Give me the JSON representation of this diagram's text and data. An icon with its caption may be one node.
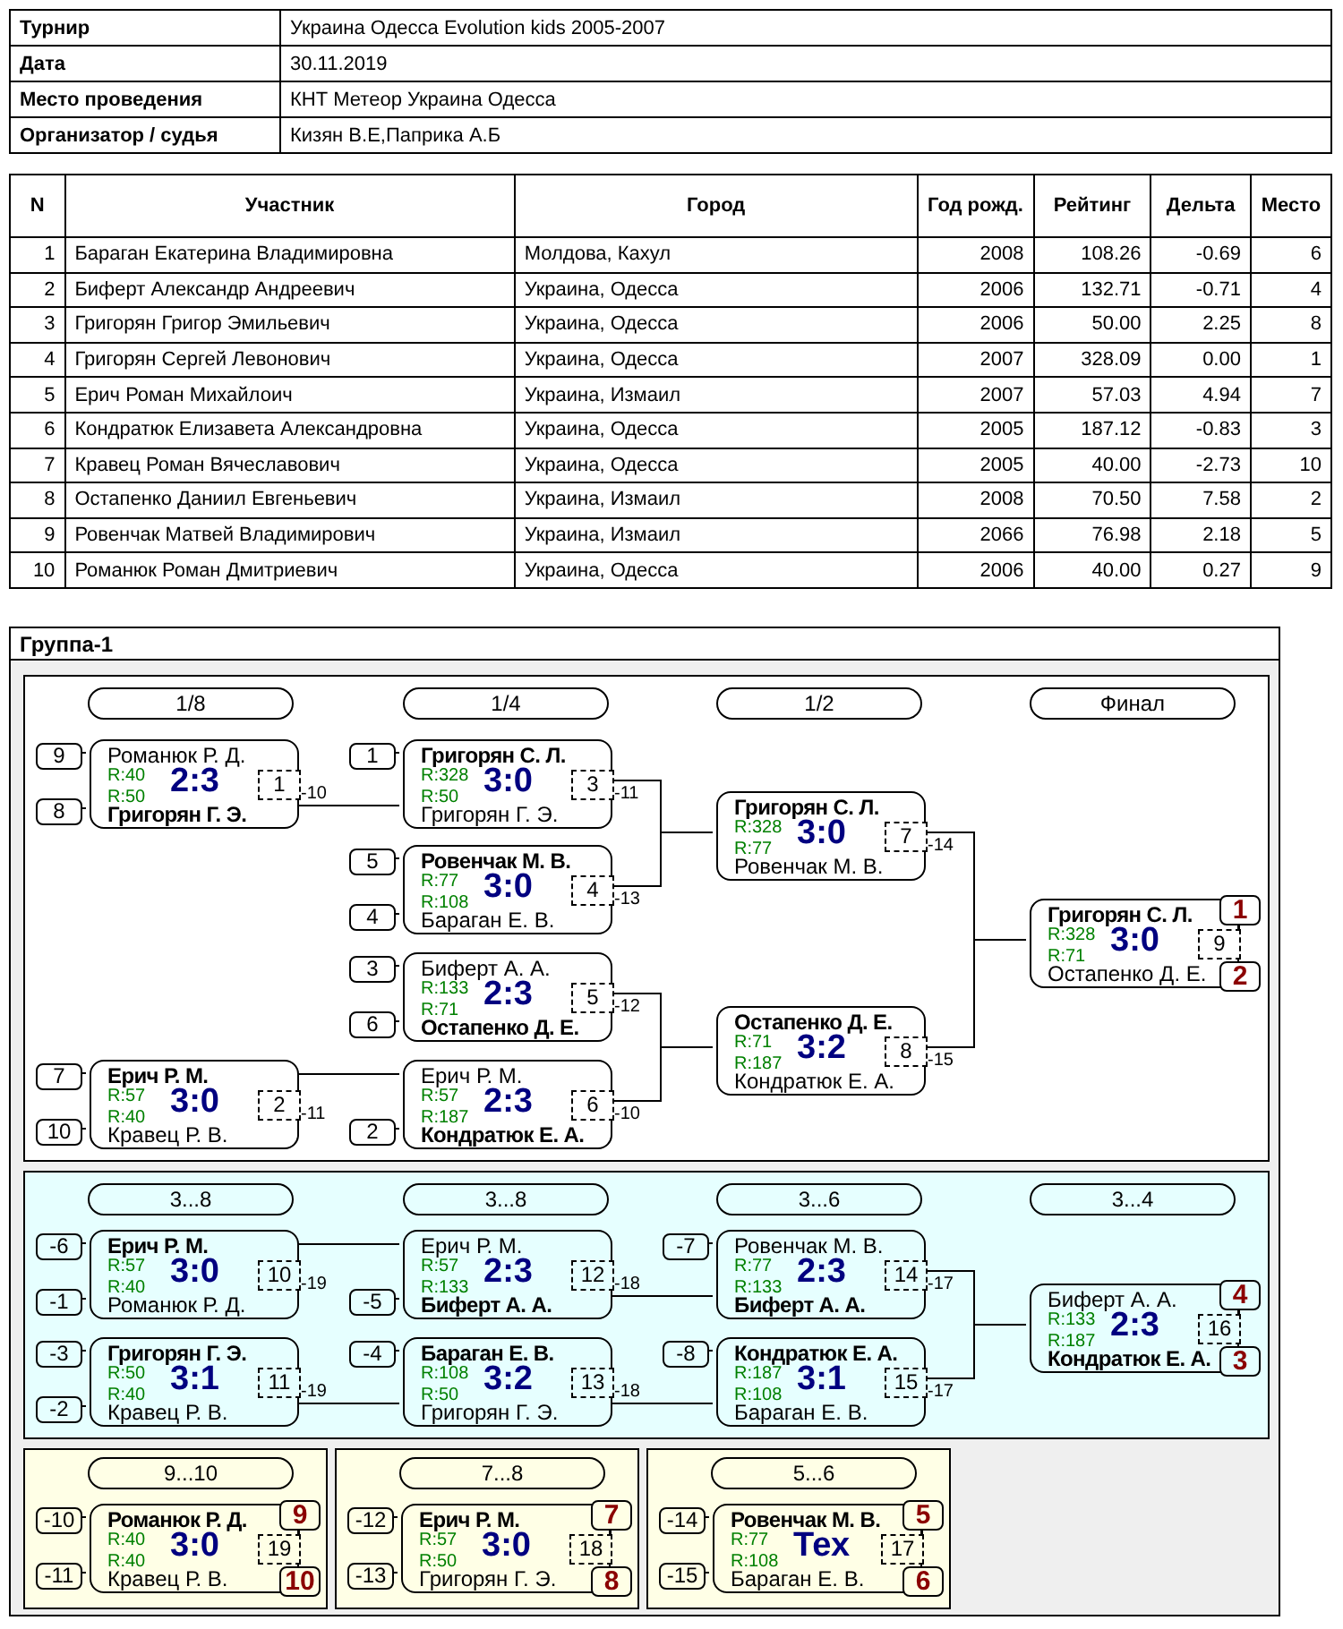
{
  "diagram": {
    "nodes": [
      {
        "text": [
          "Группа-1"
        ]
      },
      {
        "text": [],
        "shape": "box",
        "in": 0
      },
      {
        "text": [
          "1/8"
        ],
        "in": 1
      },
      {
        "text": [
          "1/4"
        ],
        "in": 1
      },
      {
        "text": [
          "1/2"
        ],
        "in": 1
      },
      {
        "text": [
          "Финал"
        ],
        "in": 1
      },
      {
        "text": [
          "9"
        ],
        "in": 1
      },
      {
        "text": [
          "8"
        ],
        "in": 1
      },
      {
        "text": [
          "Романюк Р. Д.",
          "R:40",
          "R:50",
          "2:3",
          "Григорян Г. Э."
        ],
        "in": 1
      },
      {
        "text": [
          "1"
        ],
        "in": 8
      },
      {
        "text": [
          "7"
        ],
        "in": 1
      },
      {
        "text": [
          "10"
        ],
        "in": 1
      },
      {
        "text": [
          "Ерич Р. М.",
          "R:57",
          "R:40",
          "3:0",
          "Кравец Р. В."
        ],
        "in": 1
      },
      {
        "text": [
          "2"
        ],
        "in": 12
      },
      {
        "text": [
          "1"
        ],
        "in": 1
      },
      {
        "text": [
          "Григорян С. Л.",
          "R:328",
          "R:50",
          "3:0",
          "Григорян Г. Э."
        ],
        "in": 1
      },
      {
        "text": [
          "3"
        ],
        "in": 15
      },
      {
        "text": [
          "5"
        ],
        "in": 1
      },
      {
        "text": [
          "4"
        ],
        "in": 1
      },
      {
        "text": [
          "Ровенчак М. В.",
          "R:77",
          "R:108",
          "3:0",
          "Бараган Е. В."
        ],
        "in": 1
      },
      {
        "text": [
          "4"
        ],
        "in": 19
      },
      {
        "text": [
          "3"
        ],
        "in": 1
      },
      {
        "text": [
          "6"
        ],
        "in": 1
      },
      {
        "text": [
          "Биферт А. А.",
          "R:133",
          "R:71",
          "2:3",
          "Остапенко Д. Е."
        ],
        "in": 1
      },
      {
        "text": [
          "5"
        ],
        "in": 23
      },
      {
        "text": [
          "2"
        ],
        "in": 1
      },
      {
        "text": [
          "Ерич Р. М.",
          "R:57",
          "R:187",
          "2:3",
          "Кондратюк Е. А."
        ],
        "in": 1
      },
      {
        "text": [
          "6"
        ],
        "in": 26
      },
      {
        "text": [
          "Григорян С. Л.",
          "R:328",
          "R:77",
          "3:0",
          "Ровенчак М. В."
        ],
        "in": 1
      },
      {
        "text": [
          "7"
        ],
        "in": 28
      },
      {
        "text": [
          "Остапенко Д. Е.",
          "R:71",
          "R:187",
          "3:2",
          "Кондратюк Е. А."
        ],
        "in": 1
      },
      {
        "text": [
          "8"
        ],
        "in": 30
      },
      {
        "text": [
          "Григорян С. Л.",
          "R:328",
          "R:71",
          "3:0",
          "Остапенко Д. Е."
        ],
        "in": 1
      },
      {
        "text": [
          "9"
        ],
        "in": 32
      },
      {
        "text": [
          "1"
        ],
        "in": 1
      },
      {
        "text": [
          "2"
        ],
        "in": 1
      },
      {
        "text": [],
        "shape": "box",
        "in": 0
      },
      {
        "text": [
          "3...8"
        ],
        "in": 36
      },
      {
        "text": [
          "3...8"
        ],
        "in": 36
      },
      {
        "text": [
          "3...6"
        ],
        "in": 36
      },
      {
        "text": [
          "3...4"
        ],
        "in": 36
      },
      {
        "text": [
          "-6"
        ],
        "in": 36
      },
      {
        "text": [
          "-1"
        ],
        "in": 36
      },
      {
        "text": [
          "Ерич Р. М.",
          "R:57",
          "R:40",
          "3:0",
          "Романюк Р. Д."
        ],
        "in": 36
      },
      {
        "text": [
          "10"
        ],
        "in": 43
      },
      {
        "text": [
          "-3"
        ],
        "in": 36
      },
      {
        "text": [
          "-2"
        ],
        "in": 36
      },
      {
        "text": [
          "Григорян Г. Э.",
          "R:50",
          "R:40",
          "3:1",
          "Кравец Р. В."
        ],
        "in": 36
      },
      {
        "text": [
          "11"
        ],
        "in": 47
      },
      {
        "text": [
          "-5"
        ],
        "in": 36
      },
      {
        "text": [
          "Ерич Р. М.",
          "R:57",
          "R:133",
          "2:3",
          "Биферт А. А."
        ],
        "in": 36
      },
      {
        "text": [
          "12"
        ],
        "in": 50
      },
      {
        "text": [
          "-4"
        ],
        "in": 36
      },
      {
        "text": [
          "Бараган Е. В.",
          "R:108",
          "R:50",
          "3:2",
          "Григорян Г. Э."
        ],
        "in": 36
      },
      {
        "text": [
          "13"
        ],
        "in": 53
      },
      {
        "text": [
          "-7"
        ],
        "in": 36
      },
      {
        "text": [
          "Ровенчак М. В.",
          "R:77",
          "R:133",
          "2:3",
          "Биферт А. А."
        ],
        "in": 36
      },
      {
        "text": [
          "14"
        ],
        "in": 56
      },
      {
        "text": [
          "-8"
        ],
        "in": 36
      },
      {
        "text": [
          "Кондратюк Е. А.",
          "R:187",
          "R:108",
          "3:1",
          "Бараган Е. В."
        ],
        "in": 36
      },
      {
        "text": [
          "15"
        ],
        "in": 59
      },
      {
        "text": [
          "Биферт А. А.",
          "R:133",
          "R:187",
          "2:3",
          "Кондратюк Е. А."
        ],
        "in": 36
      },
      {
        "text": [
          "16"
        ],
        "in": 61
      },
      {
        "text": [
          "4"
        ],
        "in": 36
      },
      {
        "text": [
          "3"
        ],
        "in": 36
      },
      {
        "text": [],
        "shape": "box",
        "in": 0
      },
      {
        "text": [
          "9...10"
        ],
        "in": 65
      },
      {
        "text": [
          "-10"
        ],
        "in": 65
      },
      {
        "text": [
          "-11"
        ],
        "in": 65
      },
      {
        "text": [
          "Романюк Р. Д.",
          "R:40",
          "R:40",
          "3:0",
          "Кравец Р. В."
        ],
        "in": 65
      },
      {
        "text": [
          "19"
        ],
        "in": 69
      },
      {
        "text": [
          "9"
        ],
        "in": 65
      },
      {
        "text": [
          "10"
        ],
        "in": 65
      },
      {
        "text": [],
        "shape": "box",
        "in": 0
      },
      {
        "text": [
          "7...8"
        ],
        "in": 73
      },
      {
        "text": [
          "-12"
        ],
        "in": 73
      },
      {
        "text": [
          "-13"
        ],
        "in": 73
      },
      {
        "text": [
          "Ерич Р. М.",
          "R:57",
          "R:50",
          "3:0",
          "Григорян Г. Э."
        ],
        "in": 73
      },
      {
        "text": [
          "18"
        ],
        "in": 77
      },
      {
        "text": [
          "7"
        ],
        "in": 73
      },
      {
        "text": [
          "8"
        ],
        "in": 73
      },
      {
        "text": [],
        "shape": "box",
        "in": 0
      },
      {
        "text": [
          "5...6"
        ],
        "in": 81
      },
      {
        "text": [
          "-14"
        ],
        "in": 81
      },
      {
        "text": [
          "-15"
        ],
        "in": 81
      },
      {
        "text": [
          "Ровенчак М. В.",
          "R:77",
          "R:108",
          "Тех",
          "Бараган Е. В."
        ],
        "in": 81
      },
      {
        "text": [
          "17"
        ],
        "in": 85
      },
      {
        "text": [
          "5"
        ],
        "in": 81
      },
      {
        "text": [
          "6"
        ],
        "in": 81
      }
    ],
    "edges": [
      {
        "from": 6,
        "to": 8,
        "arrow": "none"
      },
      {
        "from": 7,
        "to": 8,
        "arrow": "none"
      },
      {
        "from": 10,
        "to": 12,
        "arrow": "none"
      },
      {
        "from": 11,
        "to": 12,
        "arrow": "none"
      },
      {
        "from": 14,
        "to": 15,
        "arrow": "none"
      },
      {
        "from": 17,
        "to": 19,
        "arrow": "none"
      },
      {
        "from": 18,
        "to": 19,
        "arrow": "none"
      },
      {
        "from": 21,
        "to": 23,
        "arrow": "none"
      },
      {
        "from": 22,
        "to": 23,
        "arrow": "none"
      },
      {
        "from": 25,
        "to": 26,
        "arrow": "none"
      },
      {
        "from": 8,
        "to": 15,
        "arrow": "none",
        "label": "-10"
      },
      {
        "from": 12,
        "to": 26,
        "arrow": "none",
        "label": "-11"
      },
      {
        "from": 15,
        "to": 28,
        "arrow": "none",
        "label": "-11"
      },
      {
        "from": 19,
        "to": 28,
        "arrow": "none",
        "label": "-13"
      },
      {
        "from": 23,
        "to": 30,
        "arrow": "none",
        "label": "-12"
      },
      {
        "from": 26,
        "to": 30,
        "arrow": "none",
        "label": "-10"
      },
      {
        "from": 28,
        "to": 32,
        "arrow": "none",
        "label": "-14"
      },
      {
        "from": 30,
        "to": 32,
        "arrow": "none",
        "label": "-15"
      },
      {
        "from": 33,
        "to": 34,
        "arrow": "none"
      },
      {
        "from": 33,
        "to": 35,
        "arrow": "none"
      },
      {
        "from": 41,
        "to": 43,
        "arrow": "none"
      },
      {
        "from": 42,
        "to": 43,
        "arrow": "none"
      },
      {
        "from": 45,
        "to": 47,
        "arrow": "none"
      },
      {
        "from": 46,
        "to": 47,
        "arrow": "none"
      },
      {
        "from": 49,
        "to": 50,
        "arrow": "none"
      },
      {
        "from": 52,
        "to": 53,
        "arrow": "none"
      },
      {
        "from": 55,
        "to": 56,
        "arrow": "none"
      },
      {
        "from": 58,
        "to": 59,
        "arrow": "none"
      },
      {
        "from": 43,
        "to": 50,
        "arrow": "none",
        "label": "-19"
      },
      {
        "from": 47,
        "to": 53,
        "arrow": "none",
        "label": "-19"
      },
      {
        "from": 50,
        "to": 56,
        "arrow": "none",
        "label": "-18"
      },
      {
        "from": 53,
        "to": 59,
        "arrow": "none",
        "label": "-18"
      },
      {
        "from": 56,
        "to": 61,
        "arrow": "none",
        "label": "-17"
      },
      {
        "from": 59,
        "to": 61,
        "arrow": "none",
        "label": "-17"
      },
      {
        "from": 62,
        "to": 63,
        "arrow": "none"
      },
      {
        "from": 62,
        "to": 64,
        "arrow": "none"
      },
      {
        "from": 67,
        "to": 69,
        "arrow": "none"
      },
      {
        "from": 68,
        "to": 69,
        "arrow": "none"
      },
      {
        "from": 70,
        "to": 71,
        "arrow": "none"
      },
      {
        "from": 70,
        "to": 72,
        "arrow": "none"
      },
      {
        "from": 75,
        "to": 77,
        "arrow": "none"
      },
      {
        "from": 76,
        "to": 77,
        "arrow": "none"
      },
      {
        "from": 78,
        "to": 79,
        "arrow": "none"
      },
      {
        "from": 78,
        "to": 80,
        "arrow": "none"
      },
      {
        "from": 83,
        "to": 85,
        "arrow": "none"
      },
      {
        "from": 84,
        "to": 85,
        "arrow": "none"
      },
      {
        "from": 86,
        "to": 87,
        "arrow": "none"
      },
      {
        "from": 86,
        "to": 88,
        "arrow": "none"
      }
    ],
    "labels": [
      "Турнир",
      "Украина Одесса Evolution kids 2005-2007",
      "Дата",
      "30.11.2019",
      "Место проведения",
      "КНТ Метеор Украина Одесса",
      "Организатор / судья",
      "Кизян В.Е,Паприка А.Б",
      "N",
      "Участник",
      "Город",
      "Год рожд.",
      "Рейтинг",
      "Дельта",
      "Место",
      "1",
      "Бараган Екатерина Владимировна",
      "Молдова, Кахул",
      "2008",
      "108.26",
      "-0.69",
      "6",
      "2",
      "Биферт Александр Андреевич",
      "Украина, Одесса",
      "2006",
      "132.71",
      "-0.71",
      "4",
      "3",
      "Григорян Григор Эмильевич",
      "Украина, Одесса",
      "2006",
      "50.00",
      "2.25",
      "8",
      "4",
      "Григорян Сергей Левонович",
      "Украина, Одесса",
      "2007",
      "328.09",
      "0.00",
      "1",
      "5",
      "Ерич Роман Михайлоич",
      "Украина, Измаил",
      "2007",
      "57.03",
      "4.94",
      "7",
      "6",
      "Кондратюк Елизавета Александровна",
      "Украина, Одесса",
      "2005",
      "187.12",
      "-0.83",
      "3",
      "7",
      "Кравец Роман Вячеславович",
      "Украина, Одесса",
      "2005",
      "40.00",
      "-2.73",
      "10",
      "8",
      "Остапенко Даниил Евгеньевич",
      "Украина, Измаил",
      "2008",
      "70.50",
      "7.58",
      "2",
      "9",
      "Ровенчак Матвей Владимирович",
      "Украина, Измаил",
      "2066",
      "76.98",
      "2.18",
      "5",
      "10",
      "Романюк Роман Дмитриевич",
      "Украина, Одесса",
      "2006",
      "40.00",
      "0.27",
      "9"
    ]
  }
}
